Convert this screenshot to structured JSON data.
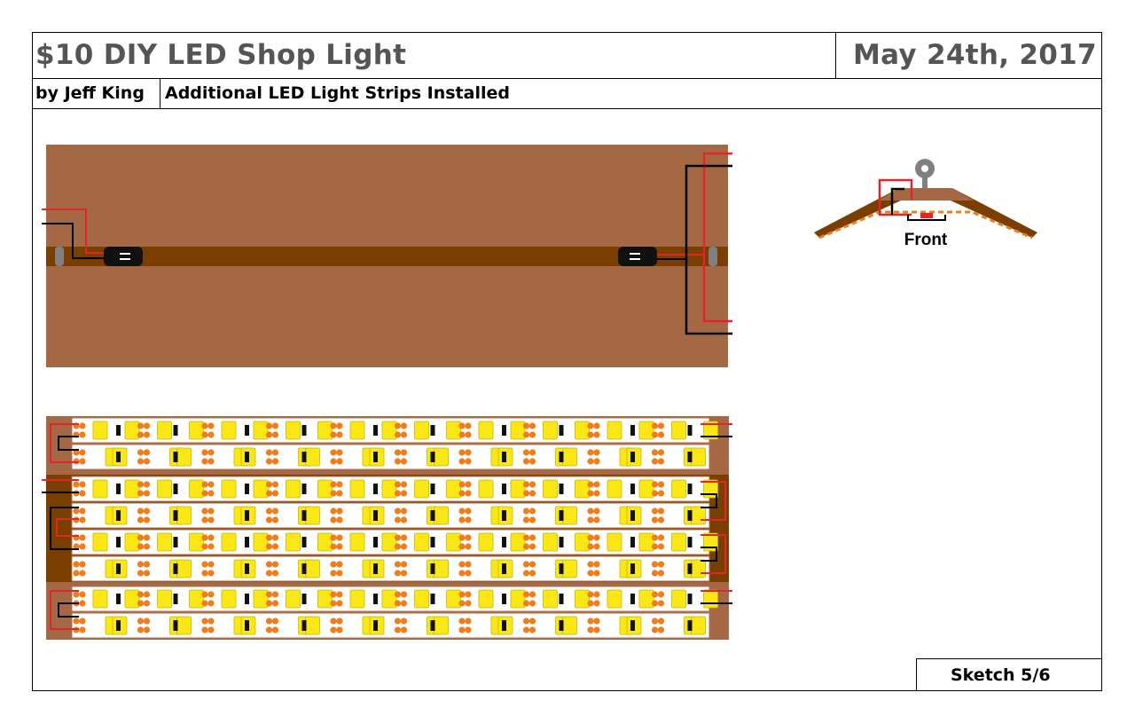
{
  "header": {
    "title": "$10 DIY LED Shop Light",
    "date": "May 24th, 2017",
    "author": "by Jeff King",
    "subtitle": "Additional LED Light Strips Installed"
  },
  "side_view": {
    "label": "Front"
  },
  "footer": {
    "sketch_label": "Sketch 5/6"
  },
  "colors": {
    "wood": "#a56844",
    "wood_dark": "#7a3f00",
    "wire_positive": "#e0262b",
    "wire_negative": "#000000",
    "led_yellow": "#fbe616",
    "pad_orange": "#f07d1a",
    "switch_gray": "#808080"
  }
}
